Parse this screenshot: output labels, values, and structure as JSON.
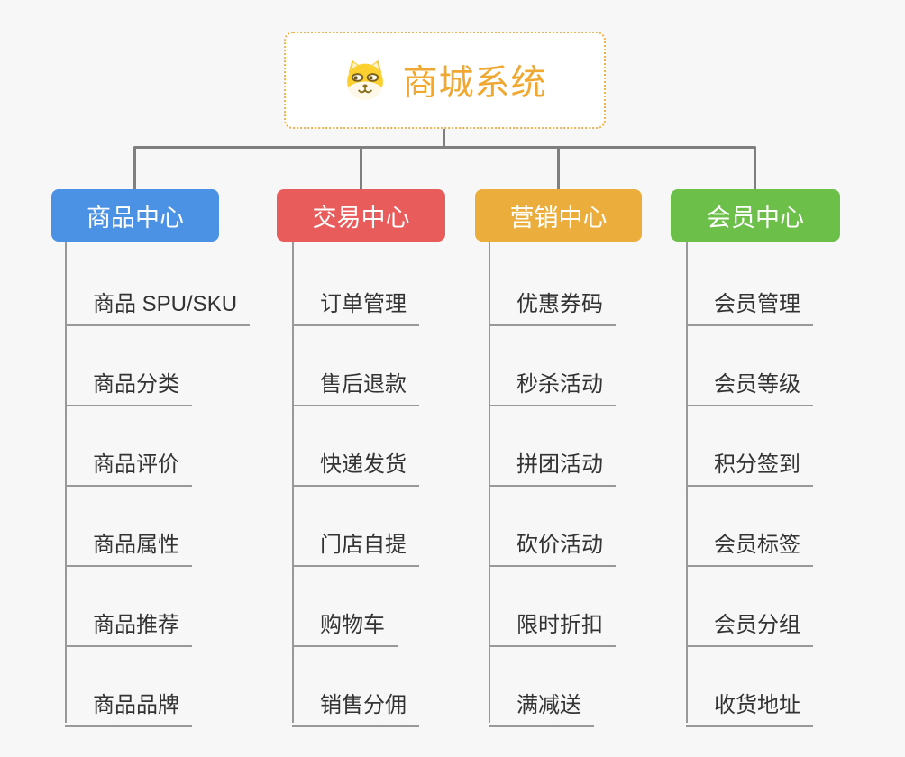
{
  "page": {
    "background_color": "#f7f7f7",
    "connector_color": "#7f7f7f",
    "leaf_line_color": "#999999",
    "leaf_text_color": "#333333"
  },
  "root_node": {
    "title": "商城系统",
    "icon": "doge-face-icon",
    "text_color": "#efa832",
    "border_color": "#f3b14b",
    "background": "#ffffff"
  },
  "branches": [
    {
      "label": "商品中心",
      "color": "#4b92e5",
      "children": [
        "商品 SPU/SKU",
        "商品分类",
        "商品评价",
        "商品属性",
        "商品推荐",
        "商品品牌"
      ]
    },
    {
      "label": "交易中心",
      "color": "#e85c5c",
      "children": [
        "订单管理",
        "售后退款",
        "快递发货",
        "门店自提",
        "购物车",
        "销售分佣"
      ]
    },
    {
      "label": "营销中心",
      "color": "#ebae3c",
      "children": [
        "优惠券码",
        "秒杀活动",
        "拼团活动",
        "砍价活动",
        "限时折扣",
        "满减送"
      ]
    },
    {
      "label": "会员中心",
      "color": "#6cc04a",
      "children": [
        "会员管理",
        "会员等级",
        "积分签到",
        "会员标签",
        "会员分组",
        "收货地址"
      ]
    }
  ]
}
